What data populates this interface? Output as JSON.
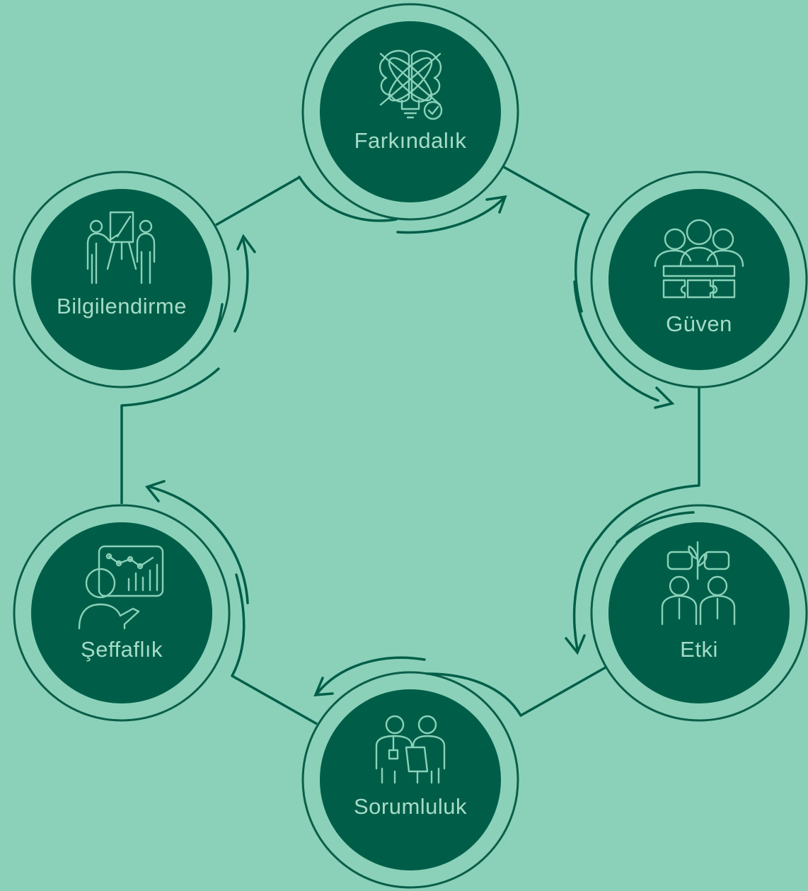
{
  "colors": {
    "background": "#8bd1b9",
    "node_fill": "#005e48",
    "line": "#005e48",
    "label_text": "#a6dcc8"
  },
  "nodes": [
    {
      "id": "farkindalik",
      "label": "Farkındalık",
      "icon": "brain-lightbulb-check-icon"
    },
    {
      "id": "guven",
      "label": "Güven",
      "icon": "team-puzzle-icon"
    },
    {
      "id": "etki",
      "label": "Etki",
      "icon": "people-conversation-sprout-icon"
    },
    {
      "id": "sorumluluk",
      "label": "Sorumluluk",
      "icon": "professionals-clipboard-icon"
    },
    {
      "id": "seffaflik",
      "label": "Şeffaflık",
      "icon": "presenter-chart-screen-icon"
    },
    {
      "id": "bilgilendirme",
      "label": "Bilgilendirme",
      "icon": "presentation-board-icon"
    }
  ]
}
